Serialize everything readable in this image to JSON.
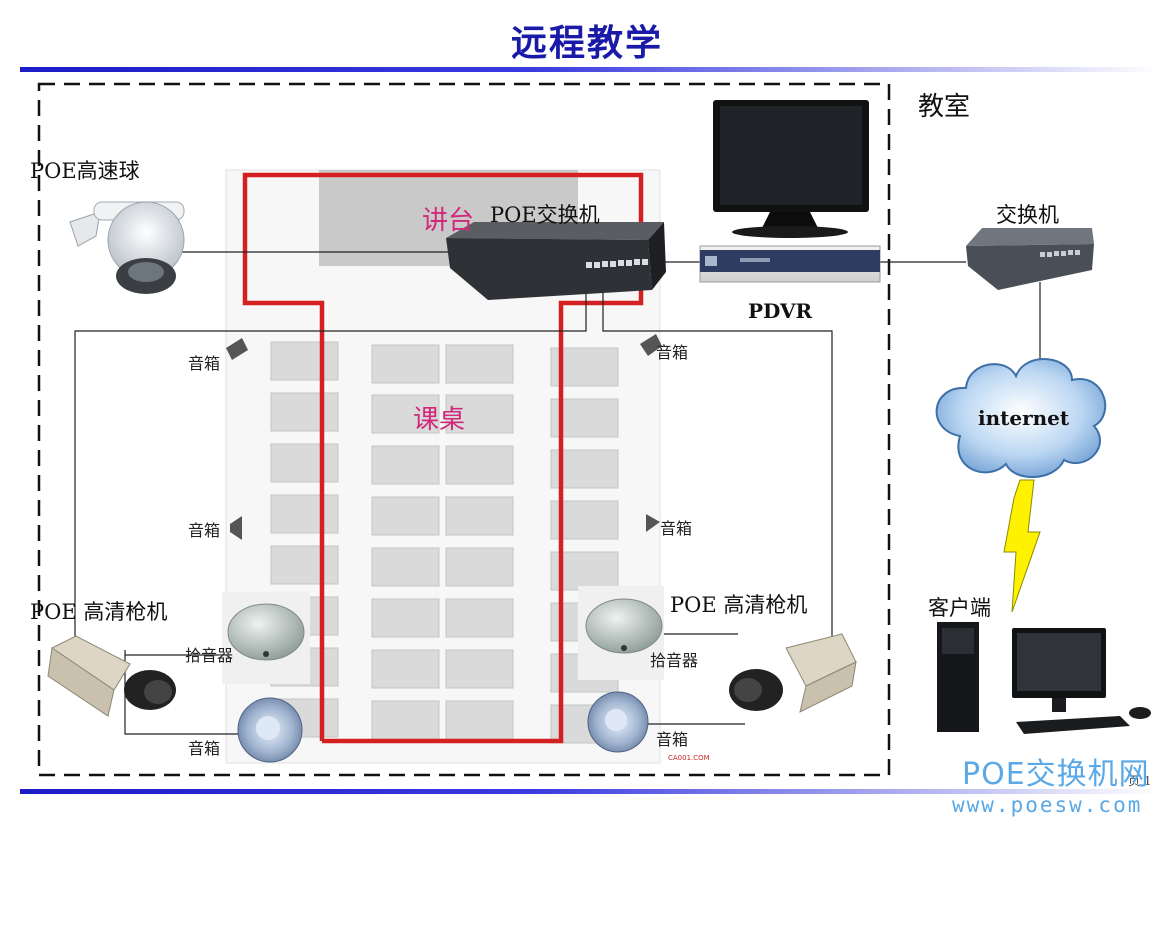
{
  "title": "远程教学",
  "labels": {
    "classroom": "教室",
    "poe_dome": "POE高速球",
    "podium": "讲台",
    "poe_switch": "POE交换机",
    "pdvr": "PDVR",
    "switch": "交换机",
    "internet": "internet",
    "client": "客户端",
    "desks": "课桌",
    "bullet_left": "POE 高清枪机",
    "bullet_right": "POE 高清枪机",
    "mic_left": "拾音器",
    "mic_right": "拾音器",
    "speaker_tl": "音箱",
    "speaker_ml": "音箱",
    "speaker_bl": "音箱",
    "speaker_tr": "音箱",
    "speaker_mr": "音箱",
    "speaker_br": "音箱",
    "source_mark": "CA001.COM",
    "page_no": "页 1"
  },
  "watermark": {
    "line1": "POE交换机网",
    "line2": "www.poesw.com"
  },
  "colors": {
    "title": "#1a1aa8",
    "route_line": "#d42020",
    "pink_label": "#d0287a",
    "watermark": "#5aa8e6"
  }
}
